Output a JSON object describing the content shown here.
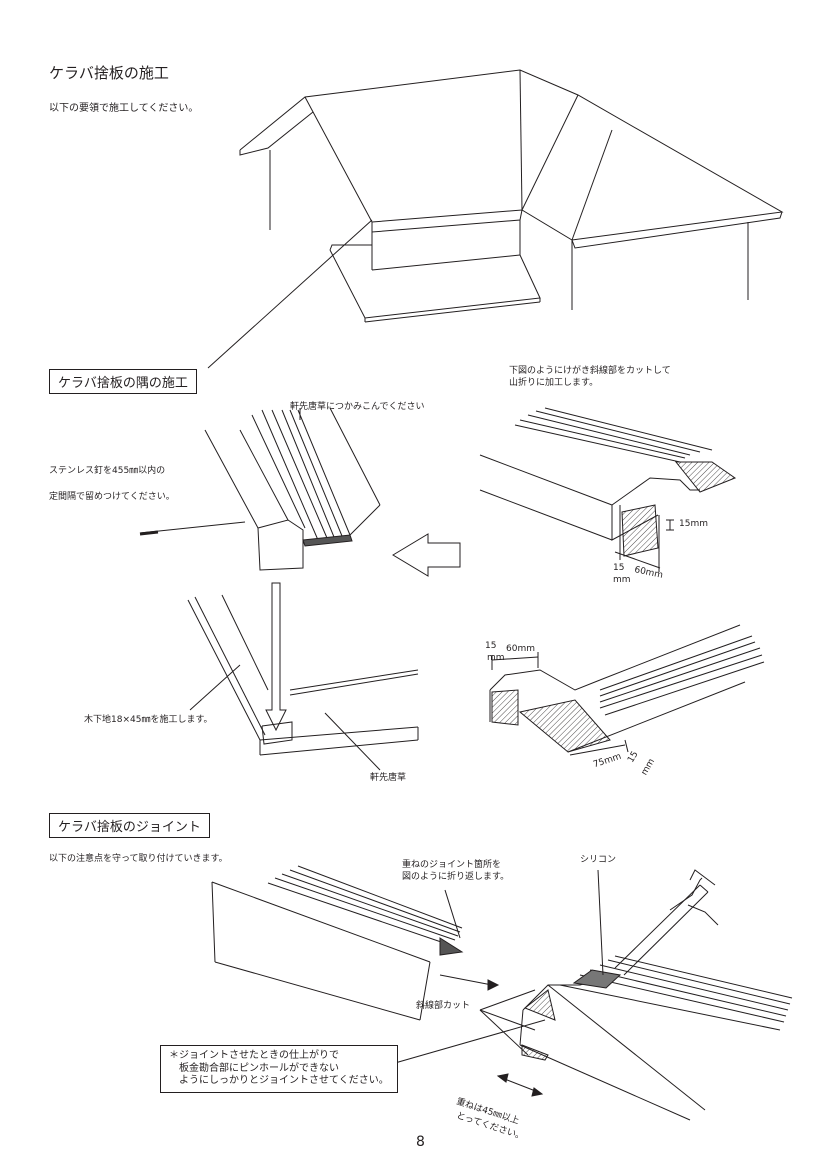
{
  "section1": {
    "title": "ケラバ捨板の施工",
    "intro": "以下の要領で施工してください。"
  },
  "section2": {
    "title": "ケラバ捨板の隅の施工",
    "label_insert": "軒先唐草につかみこんでください",
    "label_nail_line1": "ステンレス釘を455㎜以内の",
    "label_nail_line2": "定間隔で留めつけてください。",
    "label_cut_line1": "下図のようにけがき斜線部をカットして",
    "label_cut_line2": "山折りに加工します。",
    "label_15mm_side": "15mm",
    "label_15_bottom": "15",
    "label_mm_bottom": "mm",
    "label_60mm_bottom": "60mm",
    "label_15_top": "15",
    "label_mm_top": "mm",
    "label_60mm_top": "60mm",
    "label_75mm": "75mm",
    "label_15_right": "15",
    "label_mm_right": "mm",
    "label_base": "木下地18×45㎜を施工します。",
    "label_eave": "軒先唐草"
  },
  "section3": {
    "title": "ケラバ捨板のジョイント",
    "intro": "以下の注意点を守って取り付けていきます。",
    "label_fold_line1": "重ねのジョイント箇所を",
    "label_fold_line2": "図のように折り返します。",
    "label_silicone": "シリコン",
    "label_diag_cut": "斜線部カット",
    "note_line1": "＊ジョイントさせたときの仕上がりで",
    "note_line2": "板金勘合部にピンホールができない",
    "note_line3": "ようにしっかりとジョイントさせてください。",
    "overlap_line1": "重ねは45㎜以上",
    "overlap_line2": "とってください。"
  },
  "page_number": "8"
}
